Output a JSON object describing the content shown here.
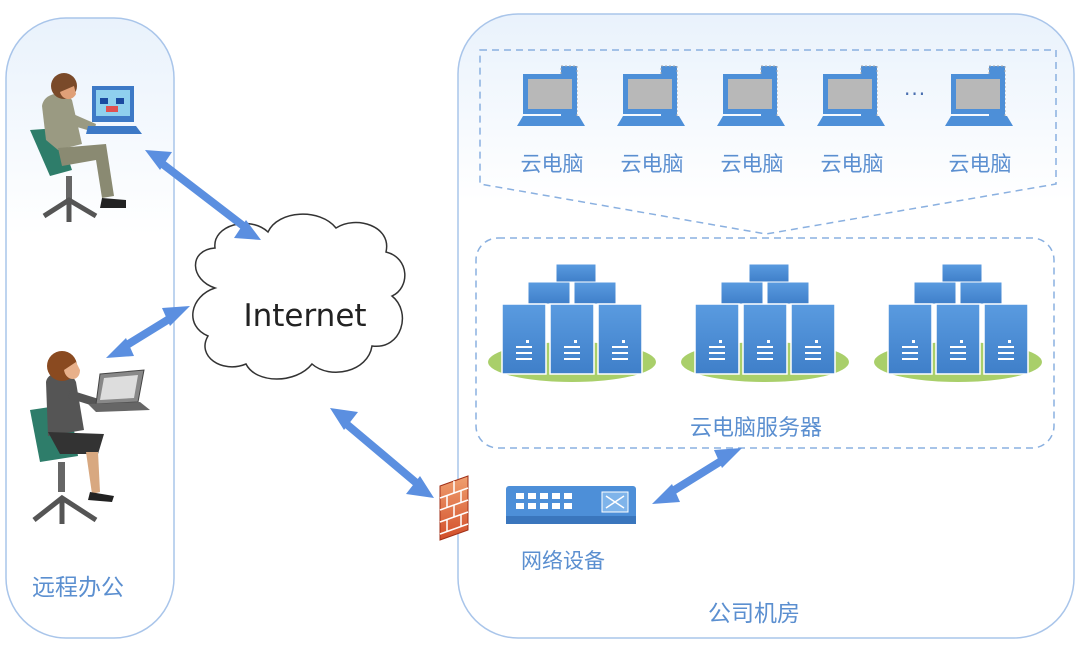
{
  "zones": {
    "remote_office": "远程办公",
    "company_room": "公司机房"
  },
  "cloud_label": "Internet",
  "cloud_pcs": {
    "labels": [
      "云电脑",
      "云电脑",
      "云电脑",
      "云电脑",
      "云电脑"
    ],
    "ellipsis": "···"
  },
  "servers_label": "云电脑服务器",
  "network_label": "网络设备",
  "colors": {
    "zone_border": "#a9c5ea",
    "label_blue": "#5b8fd0",
    "arrow": "#5b8fe0",
    "server_blue": "#4d8fd8",
    "server_base": "#a9cf6a"
  }
}
